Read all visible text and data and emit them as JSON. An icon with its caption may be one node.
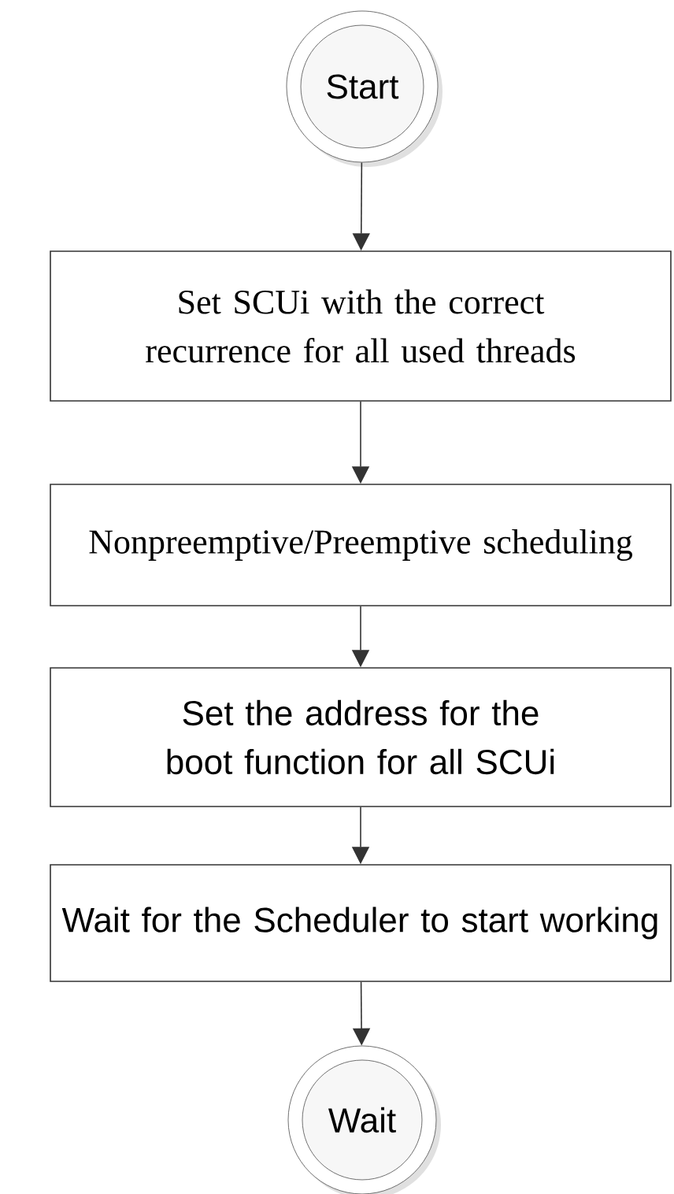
{
  "diagram": {
    "nodes": [
      {
        "text": [
          "Start"
        ]
      },
      {
        "text": [
          "Set SCUi with the correct recurrence for all used threads"
        ]
      },
      {
        "text": [
          "Nonpreemptive/Preemptive scheduling"
        ]
      },
      {
        "text": [
          "Set the address for the boot function for all SCUi"
        ]
      },
      {
        "text": [
          "Wait for the Scheduler to start working"
        ]
      },
      {
        "text": [
          "Wait"
        ]
      }
    ],
    "edges": [
      {
        "from": 0,
        "to": 1,
        "arrow": "to"
      },
      {
        "from": 1,
        "to": 2,
        "arrow": "to"
      },
      {
        "from": 2,
        "to": 3,
        "arrow": "to"
      },
      {
        "from": 3,
        "to": 4,
        "arrow": "to"
      },
      {
        "from": 4,
        "to": 5,
        "arrow": "to"
      }
    ]
  }
}
